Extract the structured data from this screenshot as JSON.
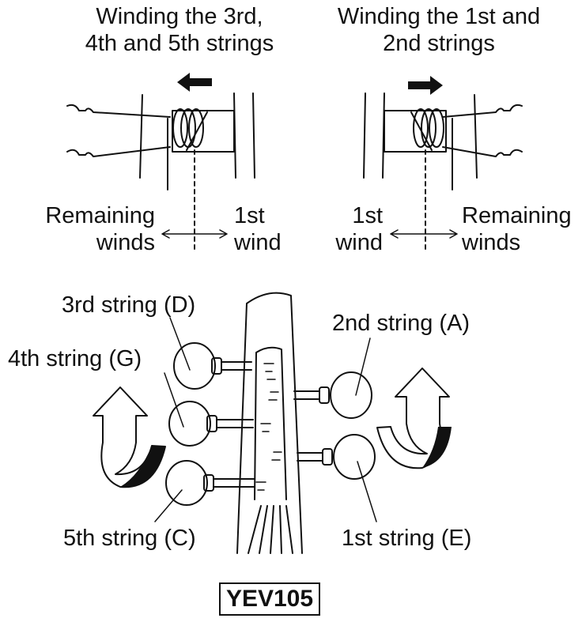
{
  "top_left": {
    "title_line1": "Winding the 3rd,",
    "title_line2": "4th and 5th strings",
    "remaining_line1": "Remaining",
    "remaining_line2": "winds",
    "first_line1": "1st",
    "first_line2": "wind"
  },
  "top_right": {
    "title_line1": "Winding the 1st and",
    "title_line2": "2nd strings",
    "first_line1": "1st",
    "first_line2": "wind",
    "remaining_line1": "Remaining",
    "remaining_line2": "winds"
  },
  "headstock": {
    "string3": "3rd string (D)",
    "string4": "4th string (G)",
    "string5": "5th string (C)",
    "string2": "2nd string (A)",
    "string1": "1st string (E)"
  },
  "model": "YEV105",
  "colors": {
    "ink": "#111111",
    "background": "#ffffff"
  }
}
